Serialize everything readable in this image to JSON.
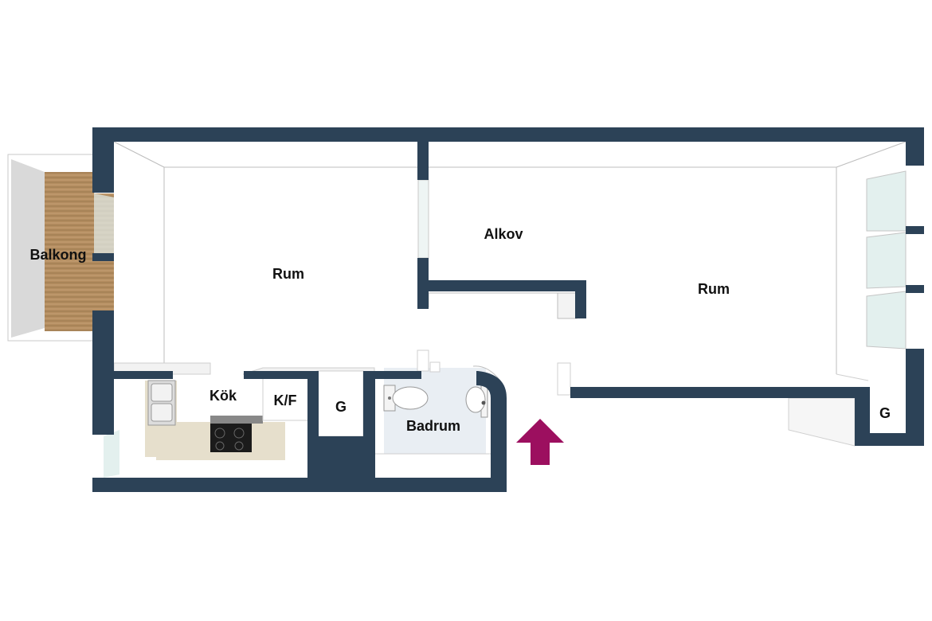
{
  "rooms": {
    "balkong": "Balkong",
    "rum_left": "Rum",
    "alkov": "Alkov",
    "rum_right": "Rum",
    "kok": "Kök",
    "kf": "K/F",
    "g_left": "G",
    "badrum": "Badrum",
    "g_right": "G"
  },
  "colors": {
    "wall": "#2c4257",
    "floor": "#ffffff",
    "balcony_wood": "#b08a5e",
    "kitchen_counter": "#e6dfcc",
    "bath_floor": "#e9eef3",
    "window_glass": "#e3f0ee",
    "entrance_arrow": "#9c0f5f"
  },
  "icons": {
    "entrance": "entrance-arrow-icon",
    "sink": "kitchen-sink-icon",
    "stove": "stove-icon",
    "toilet": "toilet-icon",
    "washbasin": "washbasin-icon"
  }
}
